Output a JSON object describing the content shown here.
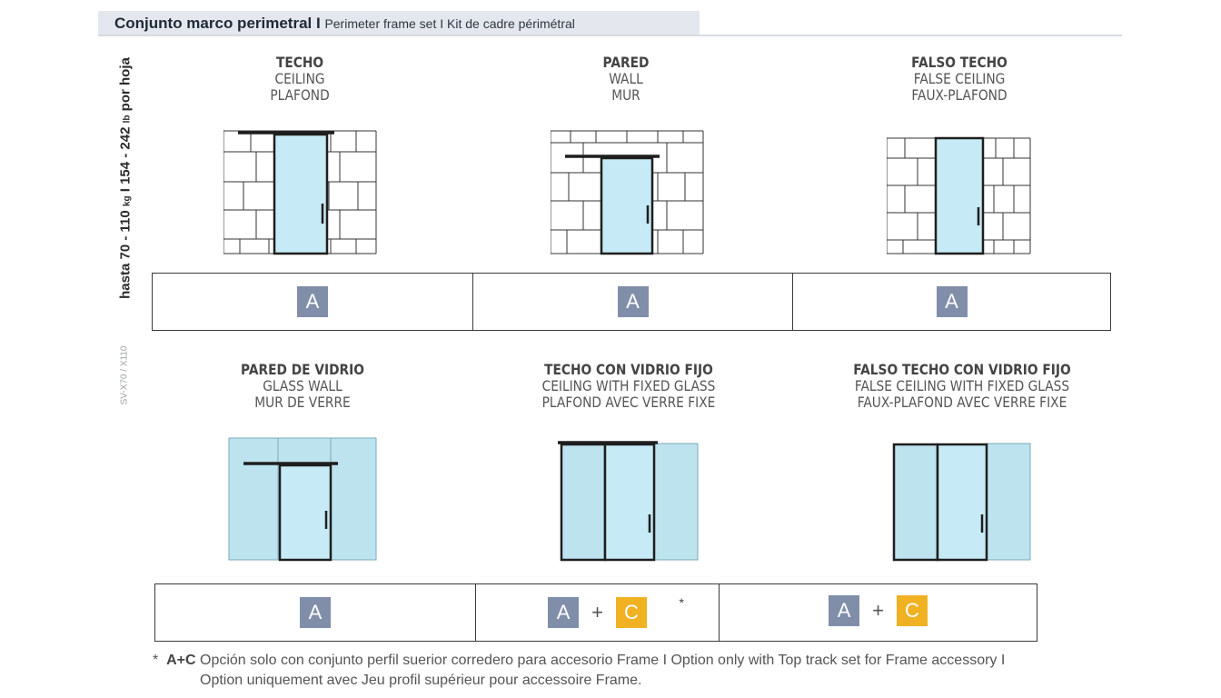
{
  "header": {
    "title_bold": "Conjunto marco perimetral I",
    "title_rest": "Perimeter frame set I Kit de cadre périmétral"
  },
  "side": {
    "label_a": "hasta 70 - 110",
    "unit_kg": "kg",
    "label_b": "I 154 - 242",
    "unit_lb": "lb",
    "label_c": "por hoja",
    "model": "SV-X70 / X110"
  },
  "configs": [
    {
      "es": "TECHO",
      "en": "CEILING",
      "fr": "PLAFOND"
    },
    {
      "es": "PARED",
      "en": "WALL",
      "fr": "MUR"
    },
    {
      "es": "FALSO TECHO",
      "en": "FALSE CEILING",
      "fr": "FAUX-PLAFOND"
    },
    {
      "es": "PARED DE VIDRIO",
      "en": "GLASS WALL",
      "fr": "MUR DE VERRE"
    },
    {
      "es": "TECHO CON VIDRIO FIJO",
      "en": "CEILING WITH FIXED GLASS",
      "fr": "PLAFOND AVEC VERRE FIXE"
    },
    {
      "es": "FALSO TECHO CON VIDRIO FIJO",
      "en": "FALSE CEILING WITH FIXED GLASS",
      "fr": "FAUX-PLAFOND AVEC VERRE FIXE"
    }
  ],
  "badges": {
    "a": "A",
    "c": "C",
    "plus": "+",
    "star": "*"
  },
  "colors": {
    "badge_a": "#808ea9",
    "badge_c": "#f0b123",
    "glass": "#bde3ef",
    "door": "#c6eaf6"
  },
  "note": {
    "star": "*",
    "bold": "A+C",
    "line1": "Opción solo con conjunto perfil suerior corredero para accesorio Frame I Option only with Top track set for Frame accessory I",
    "line2": "Option uniquement avec Jeu profil supérieur pour accessoire Frame."
  }
}
